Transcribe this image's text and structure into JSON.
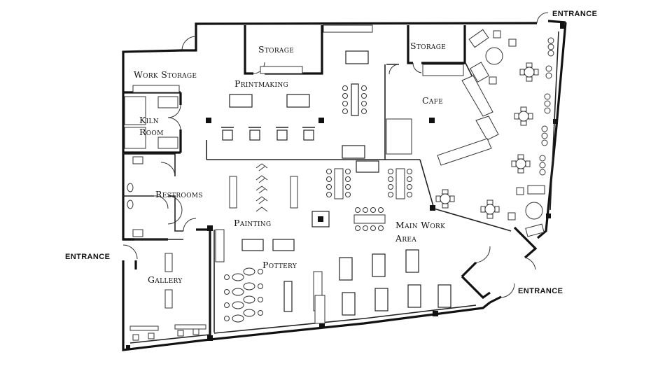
{
  "rooms": {
    "storage_1": "Storage",
    "storage_2": "Storage",
    "work_storage": "Work Storage",
    "printmaking": "Printmaking",
    "kiln_room_line1": "Kiln",
    "kiln_room_line2": "Room",
    "cafe": "Cafe",
    "restrooms": "Restrooms",
    "painting": "Painting",
    "main_work_area_line1": "Main Work",
    "main_work_area_line2": "Area",
    "pottery": "Pottery",
    "gallery": "Gallery"
  },
  "entrances": {
    "top_right": "ENTRANCE",
    "left": "ENTRANCE",
    "bottom_right": "ENTRANCE"
  }
}
